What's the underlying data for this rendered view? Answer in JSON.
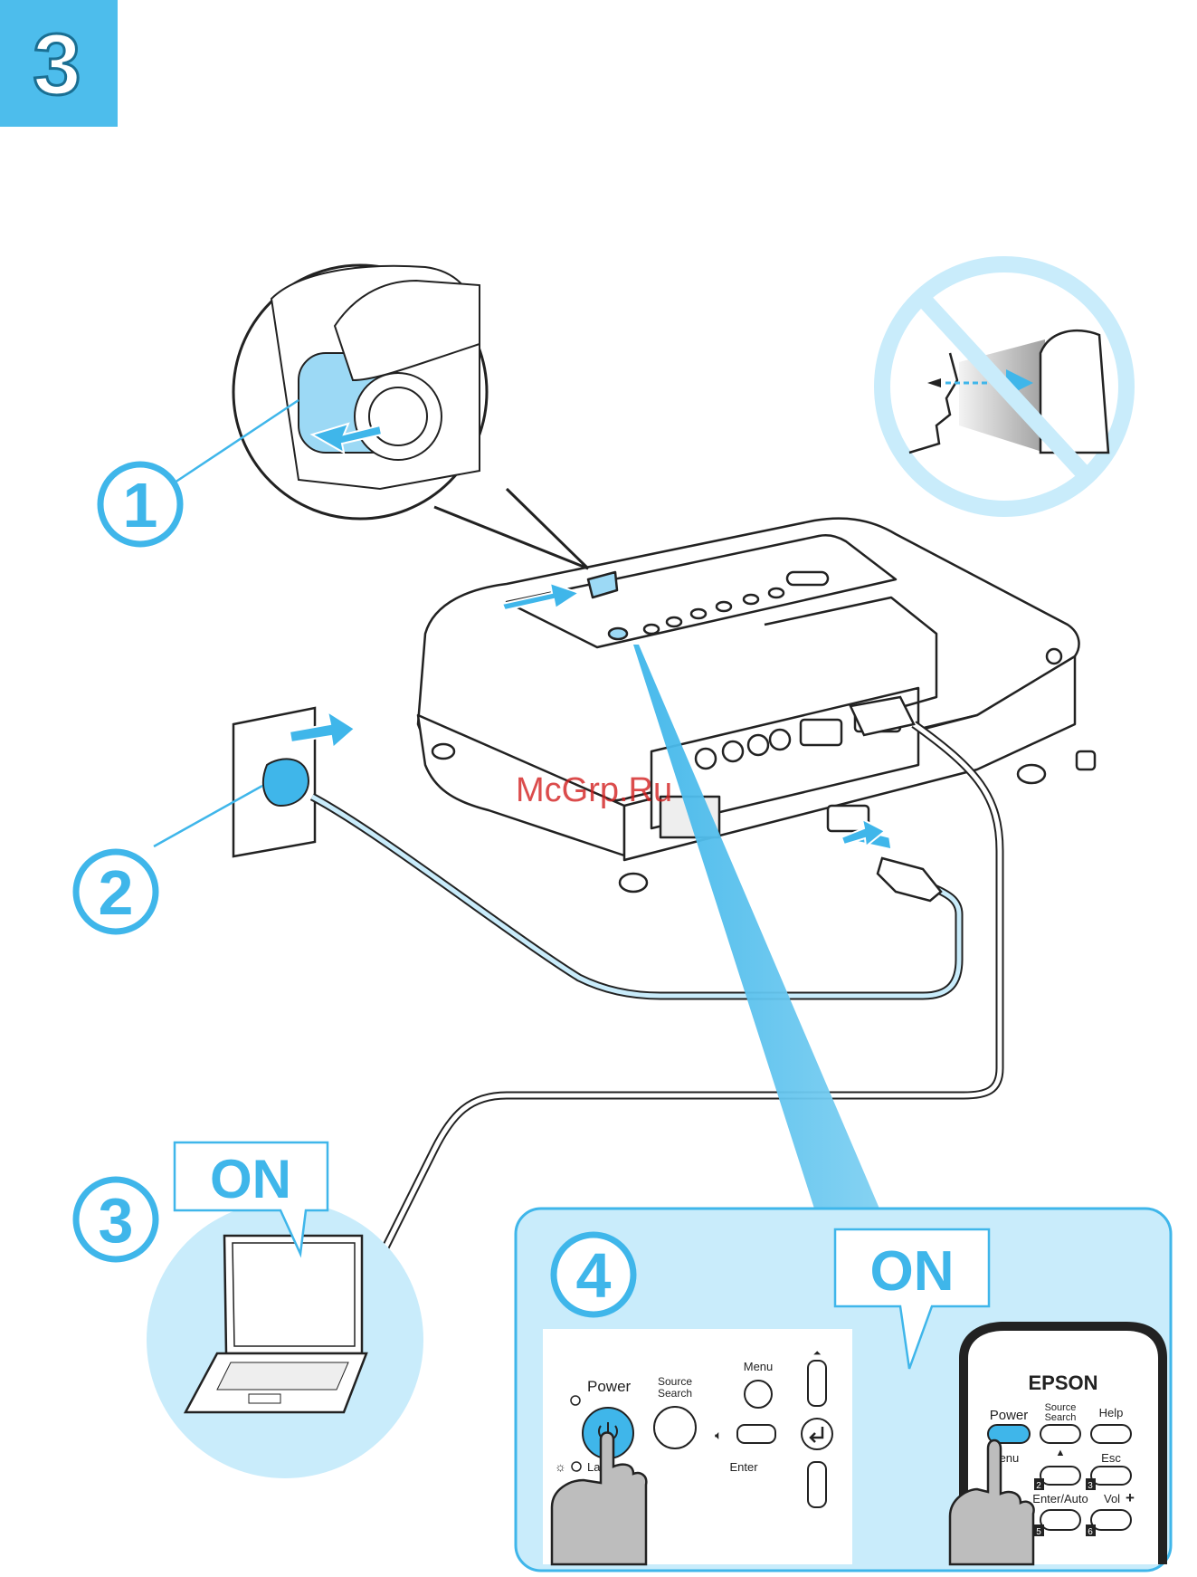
{
  "step": {
    "number": "3"
  },
  "callouts": {
    "c1": "1",
    "c2": "2",
    "c3": "3",
    "c4": "4"
  },
  "on_labels": {
    "laptop": "ON",
    "panel": "ON"
  },
  "watermark": "McGrp.Ru",
  "control_panel": {
    "power": "Power",
    "source_line1": "Source",
    "source_line2": "Search",
    "menu": "Menu",
    "enter": "Enter",
    "lamp": "Lamp"
  },
  "remote": {
    "brand": "EPSON",
    "power": "Power",
    "source_line1": "Source",
    "source_line2": "Search",
    "help": "Help",
    "menu": "Menu",
    "esc": "Esc",
    "enter_auto": "Enter/Auto",
    "vol": "Vol",
    "vol_plus": "+",
    "key2": "2",
    "key3": "3",
    "key5": "5",
    "key6": "6"
  },
  "colors": {
    "accent_blue": "#3fb6ea",
    "light_blue": "#c9ecfb",
    "mid_blue": "#9cd9f5",
    "step_badge": "#4dbdec",
    "line": "#222222",
    "watermark": "#d21f1f"
  },
  "icons": {
    "power": "power-icon",
    "enter": "enter-arrow-icon",
    "volume": "speaker-icon",
    "lamp": "sun-icon",
    "no_look": "prohibition-icon",
    "hand": "pointing-hand-icon"
  }
}
